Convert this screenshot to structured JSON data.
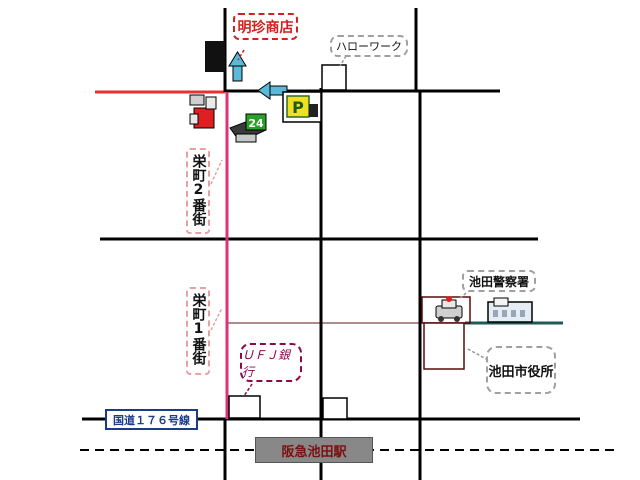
{
  "labels": {
    "shop": "明珍商店",
    "hello_work": "ハローワーク",
    "sakaemachi_2": "栄町2番街",
    "sakaemachi_1": "栄町1番街",
    "police": "池田警察署",
    "city_hall": "池田市役所",
    "ufj_bank": "ＵＦＪ銀行",
    "route_176": "国道１７６号線",
    "station": "阪急池田駅"
  },
  "icons": {
    "parking_letter": "P",
    "store24_number": "24"
  },
  "colors": {
    "road": "#000000",
    "red_road": "#e83030",
    "pink_road": "#e0307a",
    "shop_label": "#d02020",
    "bank_label": "#8b0a4a",
    "station_fill": "#888888",
    "station_text": "#7a1010",
    "route_text": "#1a3a8a",
    "arrow": "#5ab8d8",
    "building_outline": "#5a0a0a",
    "teal_road": "#1f5a5a",
    "parking_fill": "#f0e020"
  }
}
